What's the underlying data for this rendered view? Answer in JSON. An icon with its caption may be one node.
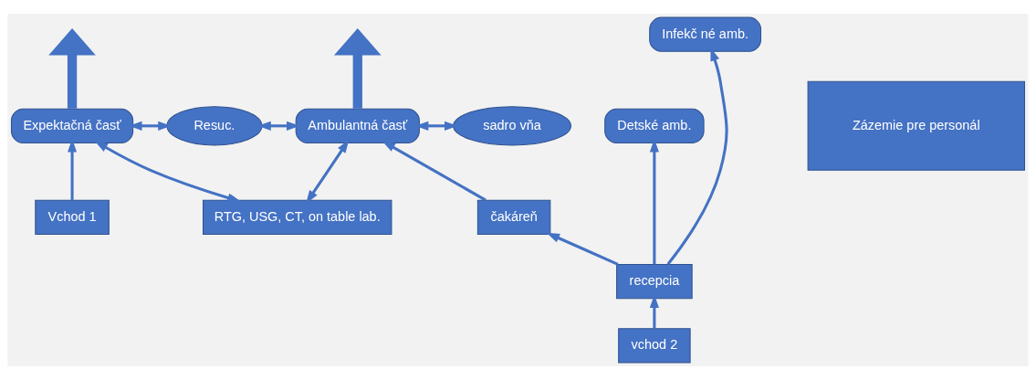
{
  "diagram": {
    "nodes": [
      {
        "text": [
          "RTG, USG, CT, on table lab."
        ]
      },
      {
        "text": [
          "Expektačná časť"
        ]
      },
      {
        "text": [
          "Resuc."
        ]
      },
      {
        "text": [
          "Ambulantná časť"
        ]
      },
      {
        "text": [
          "sadro vňa"
        ]
      },
      {
        "text": [
          "Detské amb."
        ]
      },
      {
        "text": [
          "Infekč né amb."
        ]
      },
      {
        "text": [
          "Zázemie pre personál"
        ]
      },
      {
        "text": [
          "Vchod 1"
        ]
      },
      {
        "text": [
          "čakáreň"
        ]
      },
      {
        "text": [
          "recepcia"
        ]
      },
      {
        "text": [
          "vchod 2"
        ]
      }
    ],
    "edges": [
      {
        "from": 1,
        "to": null,
        "arrow": "to",
        "style": "thick"
      },
      {
        "from": 3,
        "to": null,
        "arrow": "to",
        "style": "thick"
      },
      {
        "from": 0,
        "to": 1,
        "arrow": "both"
      },
      {
        "from": 0,
        "to": 3,
        "arrow": "both"
      },
      {
        "from": 1,
        "to": 2,
        "arrow": "both"
      },
      {
        "from": 2,
        "to": 3,
        "arrow": "both"
      },
      {
        "from": 3,
        "to": 4,
        "arrow": "both"
      },
      {
        "from": 8,
        "to": 1,
        "arrow": "to"
      },
      {
        "from": 9,
        "to": 3,
        "arrow": "to"
      },
      {
        "from": 10,
        "to": 9,
        "arrow": "to"
      },
      {
        "from": 11,
        "to": 10,
        "arrow": "to"
      },
      {
        "from": 10,
        "to": 5,
        "arrow": "to"
      },
      {
        "from": 10,
        "to": 6,
        "arrow": "to"
      }
    ]
  }
}
